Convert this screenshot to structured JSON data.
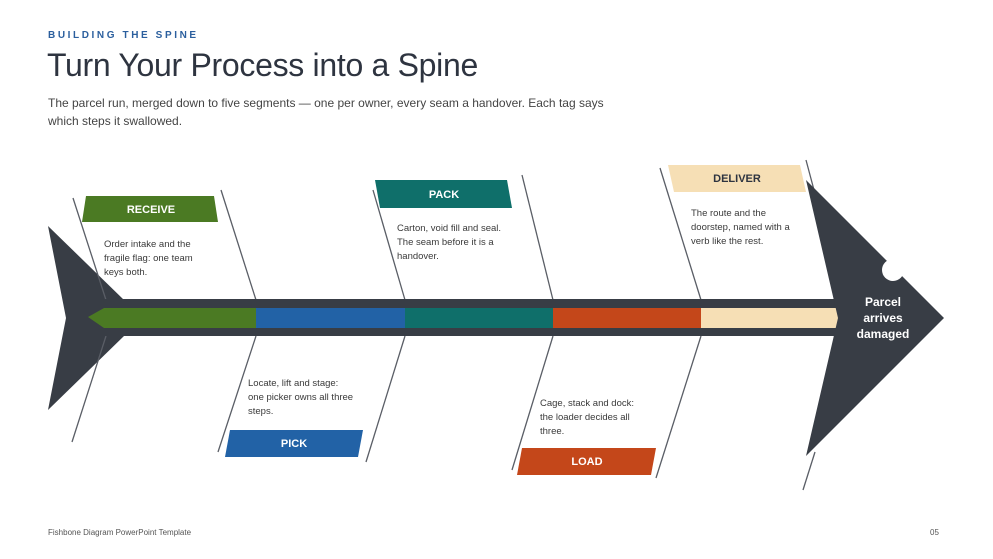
{
  "header": {
    "eyebrow": "BUILDING THE SPINE",
    "title": "Turn Your Process into a Spine",
    "subtitle": "The parcel run, merged down to five segments — one per owner, every seam a handover. Each tag says which steps it swallowed."
  },
  "diagram": {
    "head_label": [
      "Parcel",
      "arrives",
      "damaged"
    ],
    "spine_color": "#383d45",
    "segments": [
      {
        "name": "RECEIVE",
        "color": "#4b7a23",
        "side": "top",
        "note": [
          "Order intake and the",
          "fragile flag: one team",
          "keys both."
        ]
      },
      {
        "name": "PICK",
        "color": "#2262a6",
        "side": "bottom",
        "note": [
          "Locate, lift and stage:",
          "one picker owns all three",
          "steps."
        ]
      },
      {
        "name": "PACK",
        "color": "#0f6f6a",
        "side": "top",
        "note": [
          "Carton, void fill and seal.",
          "The seam before it is a",
          "handover."
        ]
      },
      {
        "name": "LOAD",
        "color": "#c4471a",
        "side": "bottom",
        "note": [
          "Cage, stack and dock:",
          "the loader decides all",
          "three."
        ]
      },
      {
        "name": "DELIVER",
        "color": "#f6dfb5",
        "side": "top",
        "note": [
          "The route and the",
          "doorstep, named with a",
          "verb like the rest."
        ]
      }
    ]
  },
  "footer": {
    "left": "Fishbone Diagram PowerPoint Template",
    "page": "05"
  }
}
